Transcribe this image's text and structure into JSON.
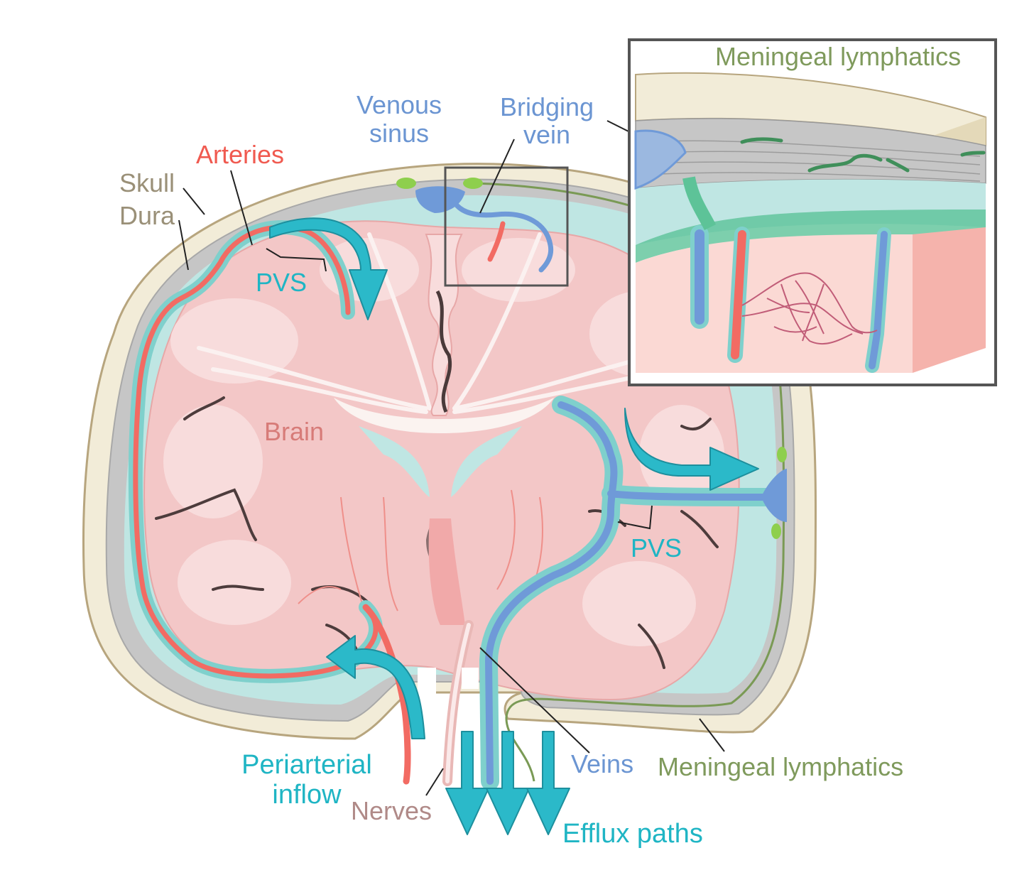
{
  "labels": {
    "skull": "Skull",
    "dura": "Dura",
    "arteries": "Arteries",
    "venous_sinus_line1": "Venous",
    "venous_sinus_line2": "sinus",
    "bridging_vein_line1": "Bridging",
    "bridging_vein_line2": "vein",
    "pvs_upper": "PVS",
    "pvs_right": "PVS",
    "brain": "Brain",
    "periarterial_inflow_line1": "Periarterial",
    "periarterial_inflow_line2": "inflow",
    "nerves": "Nerves",
    "veins": "Veins",
    "meningeal_lymphatics_bottom": "Meningeal lymphatics",
    "meningeal_lymphatics_inset": "Meningeal lymphatics",
    "efflux_paths": "Efflux paths"
  },
  "colors": {
    "skull": "#f2ecd8",
    "dura": "#c6c6c6",
    "csf": "#bfe6e3",
    "brain": "#f3c7c7",
    "brain_light": "#f8dcdc",
    "artery": "#f26b63",
    "vein": "#6f9ad8",
    "pvs": "#7fd0cc",
    "flow_arrow": "#2bb9c9",
    "lymphatic": "#7a9a55",
    "lymph_node": "#8ecf4d",
    "label_skull": "#9a9078",
    "label_artery": "#f05a50",
    "label_vein": "#6b95d2",
    "label_pvs": "#1fb5c4",
    "label_brain": "#d77b78",
    "label_nerves": "#b08a88",
    "label_lymph": "#7f9a5c"
  }
}
